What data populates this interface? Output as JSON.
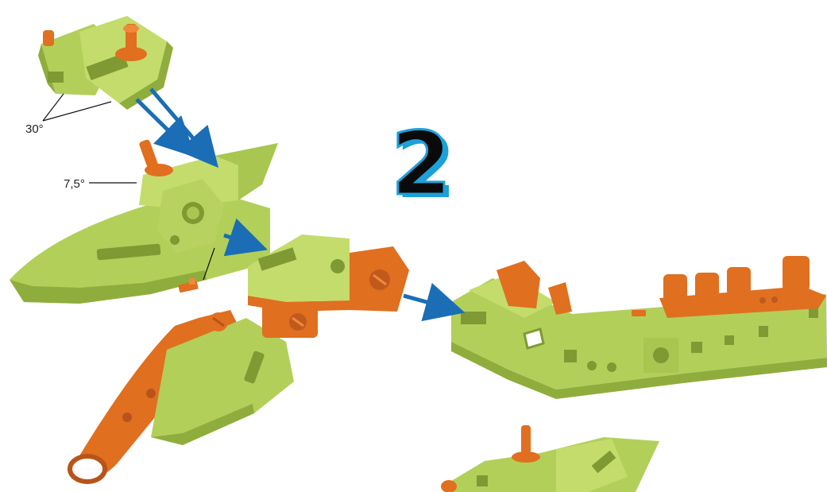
{
  "step": {
    "number": "2"
  },
  "annotations": {
    "angle_30": "30°",
    "angle_7_5": "7,5°"
  },
  "colors": {
    "green_light": "#c4dc6c",
    "green_mid": "#a8c650",
    "green_dark": "#7f9a32",
    "orange_light": "#f0893a",
    "orange_mid": "#e06f20",
    "orange_dark": "#b8541a",
    "arrow_blue": "#1b6db5",
    "step_fill": "#0a0a0a",
    "step_outline": "#1ea0d9"
  },
  "icons": [
    "assembly-arrow-icon"
  ]
}
